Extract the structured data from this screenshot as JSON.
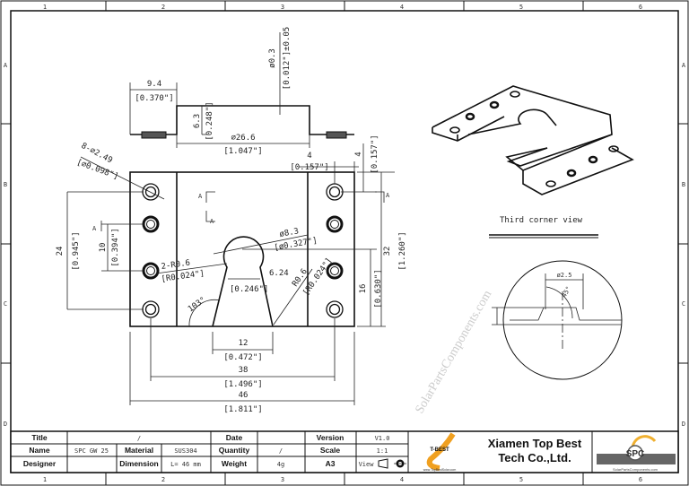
{
  "zones": {
    "columns": [
      "1",
      "2",
      "3",
      "4",
      "5",
      "6"
    ],
    "rows": [
      "A",
      "B",
      "C",
      "D"
    ]
  },
  "front_view": {
    "flange_width": "9.4",
    "flange_width_in": "[0.370\"]",
    "height": "6.3",
    "height_in": "[0.248\"]",
    "span": "⌀26.6",
    "span_in": "[1.047\"]",
    "thickness": "ø0.3",
    "thickness_in": "[0.012\"]±0.05"
  },
  "plan_view": {
    "holes": "8-⌀2.49",
    "holes_in": "[⌀0.098\"]",
    "edge_h": "4",
    "edge_h_in": "[0.157\"]",
    "edge_v": "4",
    "edge_v_in": "[0.157\"]",
    "hole_pitch_outer": "24",
    "hole_pitch_outer_in": "[0.945\"]",
    "hole_pitch": "10",
    "hole_pitch_in": "[0.394\"]",
    "corner_radius": "2-R0.6",
    "corner_radius_in": "[R0.024\"]",
    "keyhole_dia": "ø8.3",
    "keyhole_dia_in": "[ø0.327\"]",
    "neck": "6.24",
    "neck_in": "[0.246\"]",
    "radius2": "R0.6",
    "radius2_in": "[R0.024\"]",
    "angle": "103°",
    "height": "32",
    "height_in": "[1.260\"]",
    "slot_depth": "16",
    "slot_depth_in": "[0.630\"]",
    "slot_width": "12",
    "slot_width_in": "[0.472\"]",
    "hole_span": "38",
    "hole_span_in": "[1.496\"]",
    "total_width": "46",
    "total_width_in": "[1.811\"]",
    "section_label": "A"
  },
  "detail_view": {
    "label": "Third corner view",
    "hole_dia": "ø2.5",
    "angle": "45°"
  },
  "watermark": "SolarPartsComponents.com",
  "title_block": {
    "title_label": "Title",
    "title_value": "/",
    "date_label": "Date",
    "date_value": "",
    "version_label": "Version",
    "version_value": "V1.0",
    "name_label": "Name",
    "name_value": "SPC GW 25",
    "material_label": "Material",
    "material_value": "SUS304",
    "quantity_label": "Quantity",
    "quantity_value": "/",
    "scale_label": "Scale",
    "scale_value": "1:1",
    "designer_label": "Designer",
    "designer_value": "",
    "dimension_label": "Dimension",
    "dimension_value": "L= 46 mm",
    "weight_label": "Weight",
    "weight_value": "4g",
    "size_label": "A3",
    "view_label": "View",
    "company_line1": "Xiamen Top Best",
    "company_line2": "Tech Co.,Ltd.",
    "logo_left": "T-BEST",
    "logo_left_url": "www.TopBestSolar.com",
    "logo_right": "SPC",
    "logo_right_url": "SolarPartsComponents.com",
    "logo_left_color": "#f0a020",
    "logo_right_color": "#f0b030"
  }
}
